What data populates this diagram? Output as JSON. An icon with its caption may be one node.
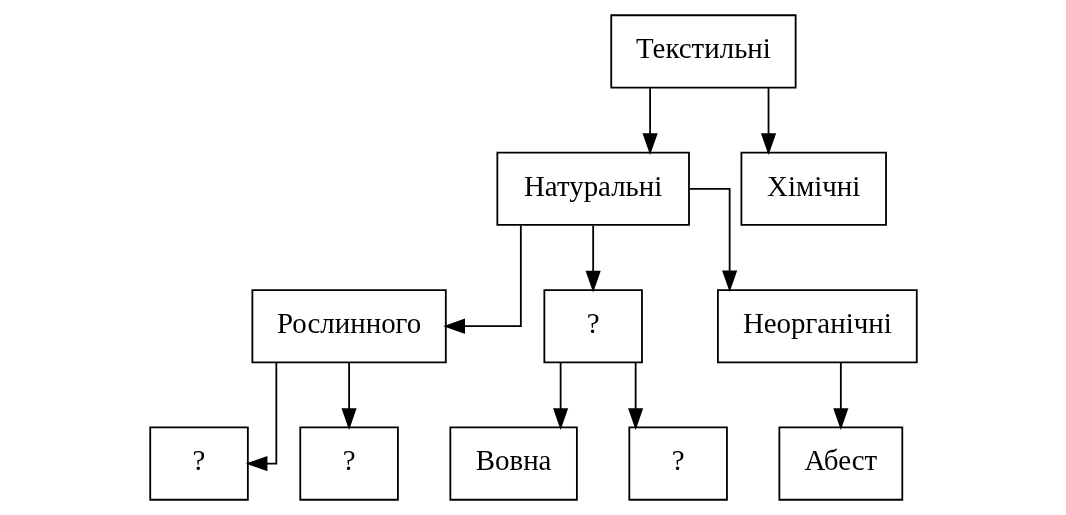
{
  "diagram": {
    "nodes": [
      {
        "text": [
          "Текстильні"
        ]
      },
      {
        "text": [
          "Натуральні"
        ]
      },
      {
        "text": [
          "Хімічні"
        ]
      },
      {
        "text": [
          "Рослинного"
        ]
      },
      {
        "text": [
          "?"
        ]
      },
      {
        "text": [
          "Неорганічні"
        ]
      },
      {
        "text": [
          "?"
        ]
      },
      {
        "text": [
          "?"
        ]
      },
      {
        "text": [
          "Вовна"
        ]
      },
      {
        "text": [
          "?"
        ]
      },
      {
        "text": [
          "Абест"
        ]
      }
    ],
    "edges": [
      {
        "from": 0,
        "to": 1,
        "arrow": "to"
      },
      {
        "from": 0,
        "to": 2,
        "arrow": "to"
      },
      {
        "from": 1,
        "to": 3,
        "arrow": "to"
      },
      {
        "from": 1,
        "to": 4,
        "arrow": "to"
      },
      {
        "from": 1,
        "to": 5,
        "arrow": "to"
      },
      {
        "from": 3,
        "to": 6,
        "arrow": "to"
      },
      {
        "from": 3,
        "to": 7,
        "arrow": "to"
      },
      {
        "from": 4,
        "to": 8,
        "arrow": "to"
      },
      {
        "from": 4,
        "to": 9,
        "arrow": "to"
      },
      {
        "from": 5,
        "to": 10,
        "arrow": "to"
      }
    ]
  }
}
